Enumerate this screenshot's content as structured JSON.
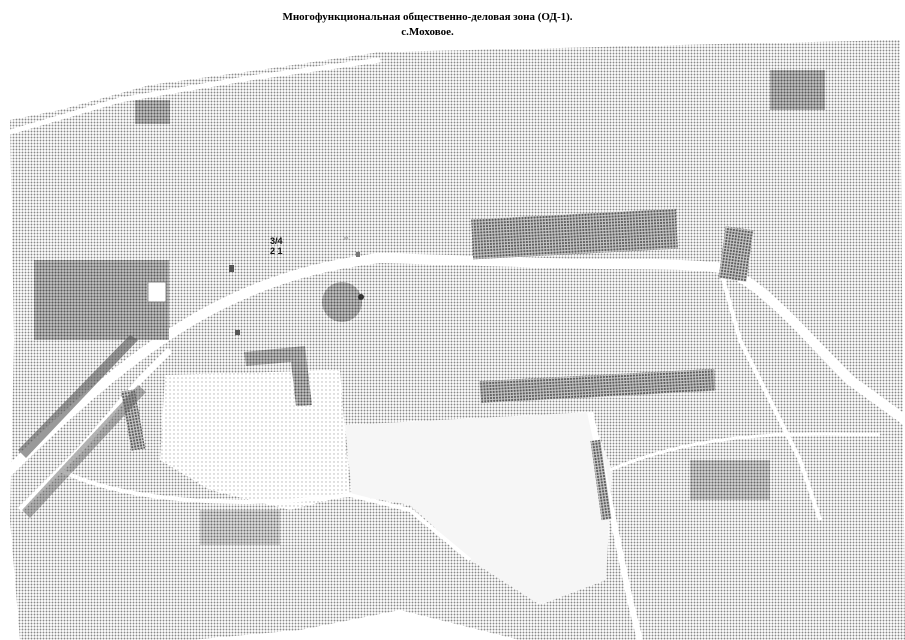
{
  "title": {
    "line1": "Многофункциональная общественно-деловая зона (ОД-1).",
    "line2": "с.Моховое."
  },
  "map": {
    "labels": {
      "parcel_top": "3/4",
      "parcel_bottom": "2 1",
      "street_small": "ул."
    },
    "colors": {
      "texture_dot": "#8a8a8a",
      "road": "#ffffff",
      "building": "#9a9a9a",
      "field": "#f4f4f4"
    }
  }
}
